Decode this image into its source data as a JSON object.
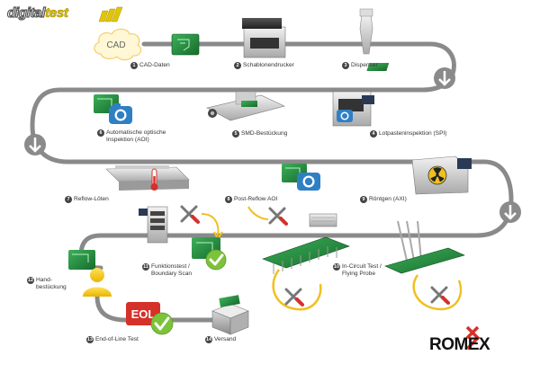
{
  "brand": {
    "part1": "digital",
    "part2": "test"
  },
  "company": "ROMEX",
  "cad_text": "CAD",
  "eol_text": "EOL",
  "steps": [
    {
      "num": "1",
      "label": "CAD-Daten"
    },
    {
      "num": "2",
      "label": "Schablonendrucker"
    },
    {
      "num": "3",
      "label": "Dispenser"
    },
    {
      "num": "4",
      "label": "Lotpasteninspektion (SPI)"
    },
    {
      "num": "5",
      "label": "SMD-Bestückung"
    },
    {
      "num": "6",
      "label": "Automatische optische\nInspektion (AOI)"
    },
    {
      "num": "7",
      "label": "Reflow-Löten"
    },
    {
      "num": "8",
      "label": "Post-Reflow AOI"
    },
    {
      "num": "9",
      "label": "Röntgen (AXI)"
    },
    {
      "num": "10",
      "label": "In-Circuit Test /\nFlying Probe"
    },
    {
      "num": "11",
      "label": "Funktionstest /\nBoundary Scan"
    },
    {
      "num": "12",
      "label": "Hand-\nbestückung"
    },
    {
      "num": "13",
      "label": "End-of-Line Test"
    },
    {
      "num": "14",
      "label": "Versand"
    }
  ],
  "colors": {
    "track": "#8a8a8a",
    "pcb": "#1e8a3c",
    "camera": "#2f7fc4",
    "check": "#7cc23a",
    "eol": "#d6302a",
    "arrow": "#f0c020"
  }
}
